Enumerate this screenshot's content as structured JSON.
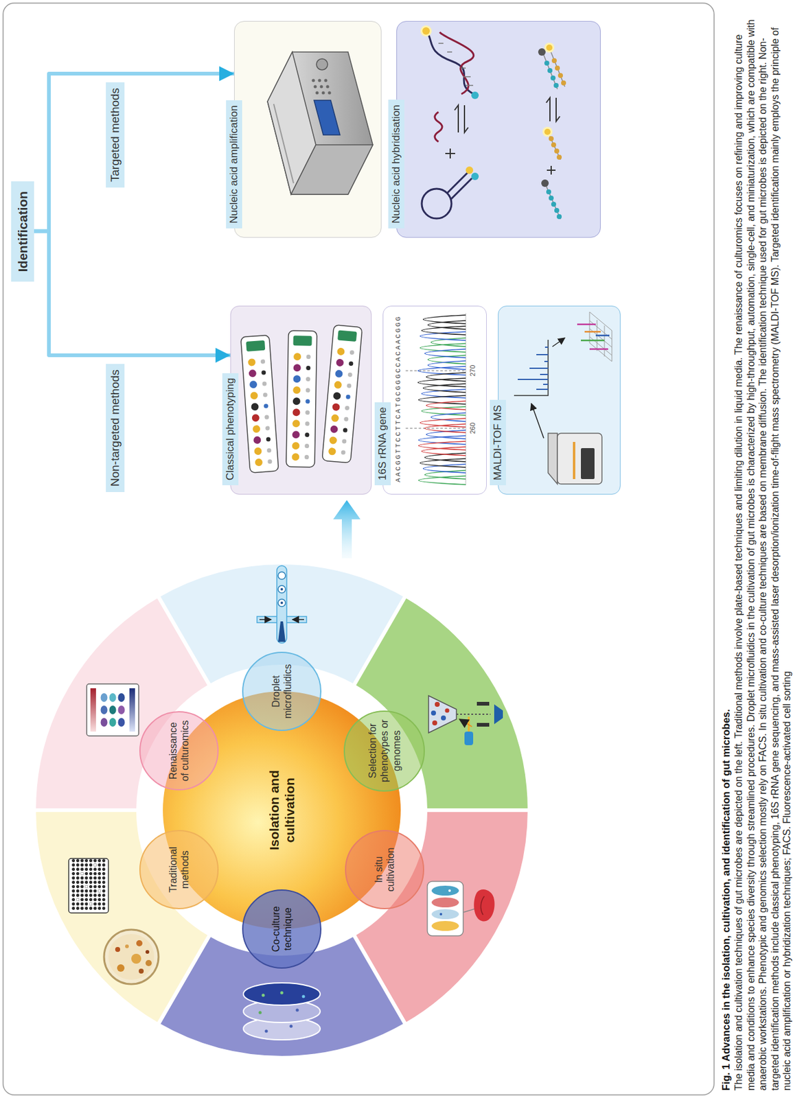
{
  "diagram": {
    "title": "Fig. 1 Advances in the isolation, cultivation, and identification of gut microbes.",
    "caption": "The isolation and cultivation techniques of gut microbes are depicted on the left. Traditional methods involve plate-based techniques and limiting dilution in liquid media. The renaissance of culturomics focuses on refining and improving culture media and conditions to enhance species diversity through streamlined procedures. Droplet microfluidics in the cultivation of gut microbes is characterized by high-throughput, automation, single-cell, and miniaturization, which are compatible with anaerobic workstations. Phenotypic and genomics selection mostly rely on FACS. In situ cultivation and co-culture techniques are based on membrane diffusion. The identification technique used for gut microbes is depicted on the right. Non-targeted identification methods include classical phenotyping, 16S rRNA gene sequencing, and mass-assisted laser desorption/ionization time-of-flight mass spectrometry (MALDI-TOF MS). Targeted identification mainly employs the principle of nucleic acid amplification or hybridization techniques; FACS. Fluorescence-activated cell sorting",
    "nodes": [
      {
        "text": [
          "Isolation and cultivation"
        ]
      },
      {
        "text": [
          "Traditional methods"
        ]
      },
      {
        "text": [
          "Renaissance of culturomics"
        ]
      },
      {
        "text": [
          "Droplet microfluidics"
        ]
      },
      {
        "text": [
          "Selection for phenotypes or genomes"
        ]
      },
      {
        "text": [
          "In situ cultivation"
        ]
      },
      {
        "text": [
          "Co-culture technique"
        ]
      },
      {
        "text": [
          "Identification"
        ]
      },
      {
        "text": [
          "Classical phenotyping"
        ]
      },
      {
        "text": [
          "16S rRNA gene"
        ]
      },
      {
        "text": [
          "MALDI-TOF MS"
        ]
      },
      {
        "text": [
          "Nucleic acid amplification"
        ]
      },
      {
        "text": [
          "Nucleic acid hybridisation"
        ]
      }
    ],
    "edges": [
      {
        "from": 7,
        "to": 8,
        "label": "Non-targeted methods",
        "arrow": "to"
      },
      {
        "from": 7,
        "to": 11,
        "label": "Targeted methods",
        "arrow": "to"
      }
    ],
    "labels": [
      "AACGGTTCCTTCATGCGGGCCACAACGGG",
      "260",
      "270"
    ]
  }
}
